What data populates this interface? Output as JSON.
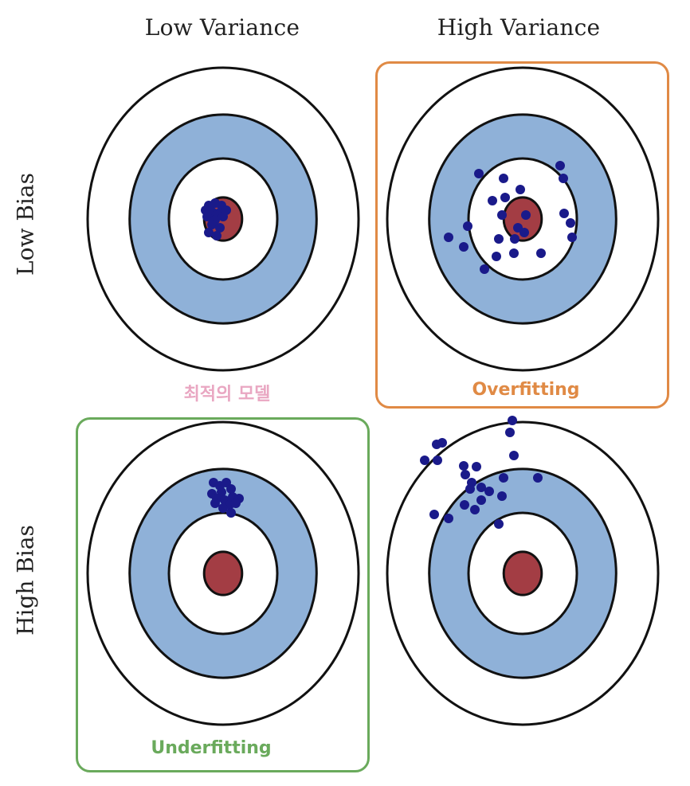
{
  "columns": {
    "low_variance": "Low Variance",
    "high_variance": "High Variance"
  },
  "rows": {
    "low_bias": "Low Bias",
    "high_bias": "High Bias"
  },
  "captions": {
    "optimal": "최적의 모델",
    "overfitting": "Overfitting",
    "underfitting": "Underfitting"
  },
  "colors": {
    "ring_blue": "#8fb1d8",
    "bullseye_red": "#a33d44",
    "shot_dot": "#1a1a8a",
    "ring_stroke": "#111111",
    "overfitting_border": "#e08a45",
    "underfitting_border": "#6aaa5c",
    "optimal_text": "#e9a7c2"
  },
  "targets": [
    {
      "name": "low-bias-low-variance",
      "highlight": "none"
    },
    {
      "name": "low-bias-high-variance",
      "highlight": "overfitting"
    },
    {
      "name": "high-bias-low-variance",
      "highlight": "underfitting"
    },
    {
      "name": "high-bias-high-variance",
      "highlight": "none"
    }
  ]
}
